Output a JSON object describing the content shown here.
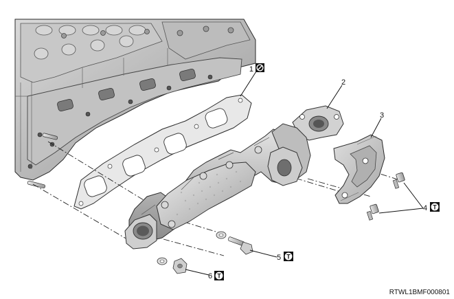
{
  "figure": {
    "document_code": "RTWL1BMF000801"
  },
  "callouts": [
    {
      "number": "1",
      "symbol": "no-reuse-icon"
    },
    {
      "number": "2",
      "symbol": ""
    },
    {
      "number": "3",
      "symbol": ""
    },
    {
      "number": "4",
      "symbol": "torque-icon",
      "symbol_letter": "T"
    },
    {
      "number": "5",
      "symbol": "torque-icon",
      "symbol_letter": "T"
    },
    {
      "number": "6",
      "symbol": "torque-icon",
      "symbol_letter": "T"
    }
  ],
  "colors": {
    "line": "#111111",
    "metal_light": "#d4d4d4",
    "metal_mid": "#a9a9a9",
    "metal_dark": "#6e6e6e",
    "gasket": "#e8e8e8",
    "heat_shield": "#c9c9c9"
  }
}
